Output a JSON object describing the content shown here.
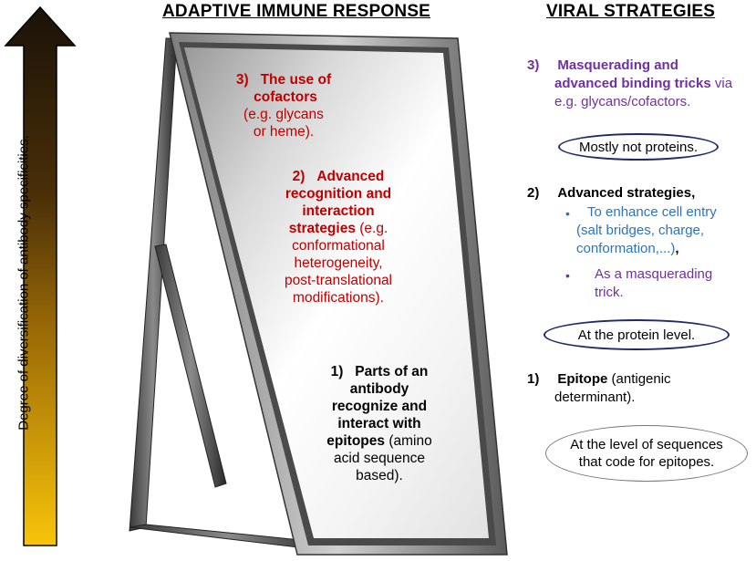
{
  "headings": {
    "left": "ADAPTIVE IMMUNE RESPONSE",
    "right": "VIRAL STRATEGIES"
  },
  "axis": {
    "label": "Degree  of diversification of antibody specificities."
  },
  "colors": {
    "arrow_top": "#1a1208",
    "arrow_mid": "#5c3a08",
    "arrow_bottom": "#f5c20a",
    "red": "#c00000",
    "purple": "#7030a0",
    "blue": "#2e74b5",
    "dark_blue_oval": "#1f2a6b"
  },
  "mirror": {
    "item3": {
      "num": "3)",
      "title_l1": "The use of",
      "title_l2": "cofactors",
      "body_l1": "(e.g. glycans",
      "body_l2": "or heme)."
    },
    "item2": {
      "l1_num": "2)",
      "l1": "Advanced",
      "l2": "recognition and",
      "l3": "interaction",
      "l4_bold": "strategies",
      "l4_rest": " (e.g.",
      "l5": "conformational",
      "l6": "heterogeneity,",
      "l7": "post-translational",
      "l8": "modifications)."
    },
    "item1": {
      "num": "1)",
      "l1": "Parts of an",
      "l2": "antibody",
      "l3": "recognize and",
      "l4": "interact with",
      "l5_bold": "epitopes",
      "l5_rest": " (amino",
      "l6": "acid sequence",
      "l7": "based)."
    }
  },
  "viral": {
    "item3": {
      "num": "3)",
      "l1": "Masquerading and",
      "l2_bold": "advanced binding tricks",
      "l2_rest": " via",
      "l3": "e.g. glycans/cofactors."
    },
    "oval3": "Mostly not proteins.",
    "item2": {
      "num": "2)",
      "title": "Advanced strategies",
      "comma": ",",
      "b1_l1": "To enhance cell entry",
      "b1_l2": "(salt bridges, charge,",
      "b1_l3": "conformation,...)",
      "b1_comma": ",",
      "b2_l1": "As a masquerading",
      "b2_l2": "trick."
    },
    "oval2": "At the protein level.",
    "item1": {
      "num": "1)",
      "title": "Epitope",
      "rest": " (antigenic",
      "l2": "determinant)."
    },
    "oval1_l1": "At the level of sequences",
    "oval1_l2": "that code for epitopes."
  }
}
